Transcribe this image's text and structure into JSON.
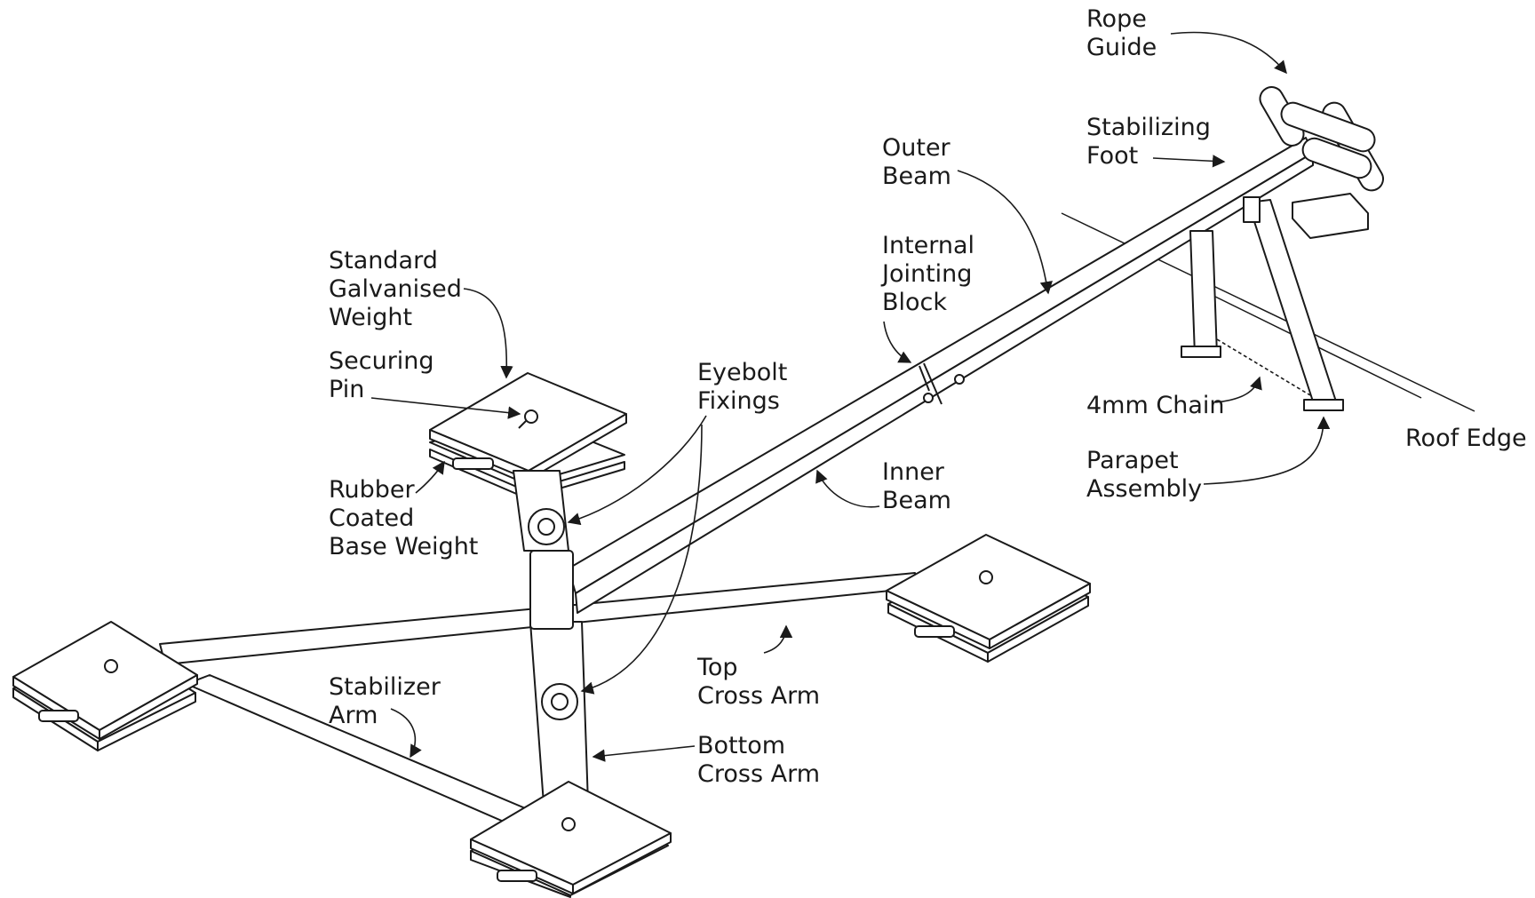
{
  "colors": {
    "ink": "#1a1a1a",
    "background": "#ffffff",
    "fill": "#ffffff"
  },
  "labels": {
    "rope_guide": [
      "Rope",
      "Guide"
    ],
    "stabilizing_foot": [
      "Stabilizing",
      "Foot"
    ],
    "outer_beam": [
      "Outer",
      "Beam"
    ],
    "internal_jointing_block": [
      "Internal",
      "Jointing",
      "Block"
    ],
    "standard_weight": [
      "Standard",
      "Galvanised",
      "Weight"
    ],
    "securing_pin": [
      "Securing",
      "Pin"
    ],
    "eyebolt_fixings": [
      "Eyebolt",
      "Fixings"
    ],
    "rubber_base_weight": [
      "Rubber",
      "Coated",
      "Base Weight"
    ],
    "chain": [
      "4mm Chain"
    ],
    "roof_edge": [
      "Roof Edge"
    ],
    "parapet_assembly": [
      "Parapet",
      "Assembly"
    ],
    "inner_beam": [
      "Inner",
      "Beam"
    ],
    "top_cross_arm": [
      "Top",
      "Cross Arm"
    ],
    "stabilizer_arm": [
      "Stabilizer",
      "Arm"
    ],
    "bottom_cross_arm": [
      "Bottom",
      "Cross Arm"
    ]
  }
}
